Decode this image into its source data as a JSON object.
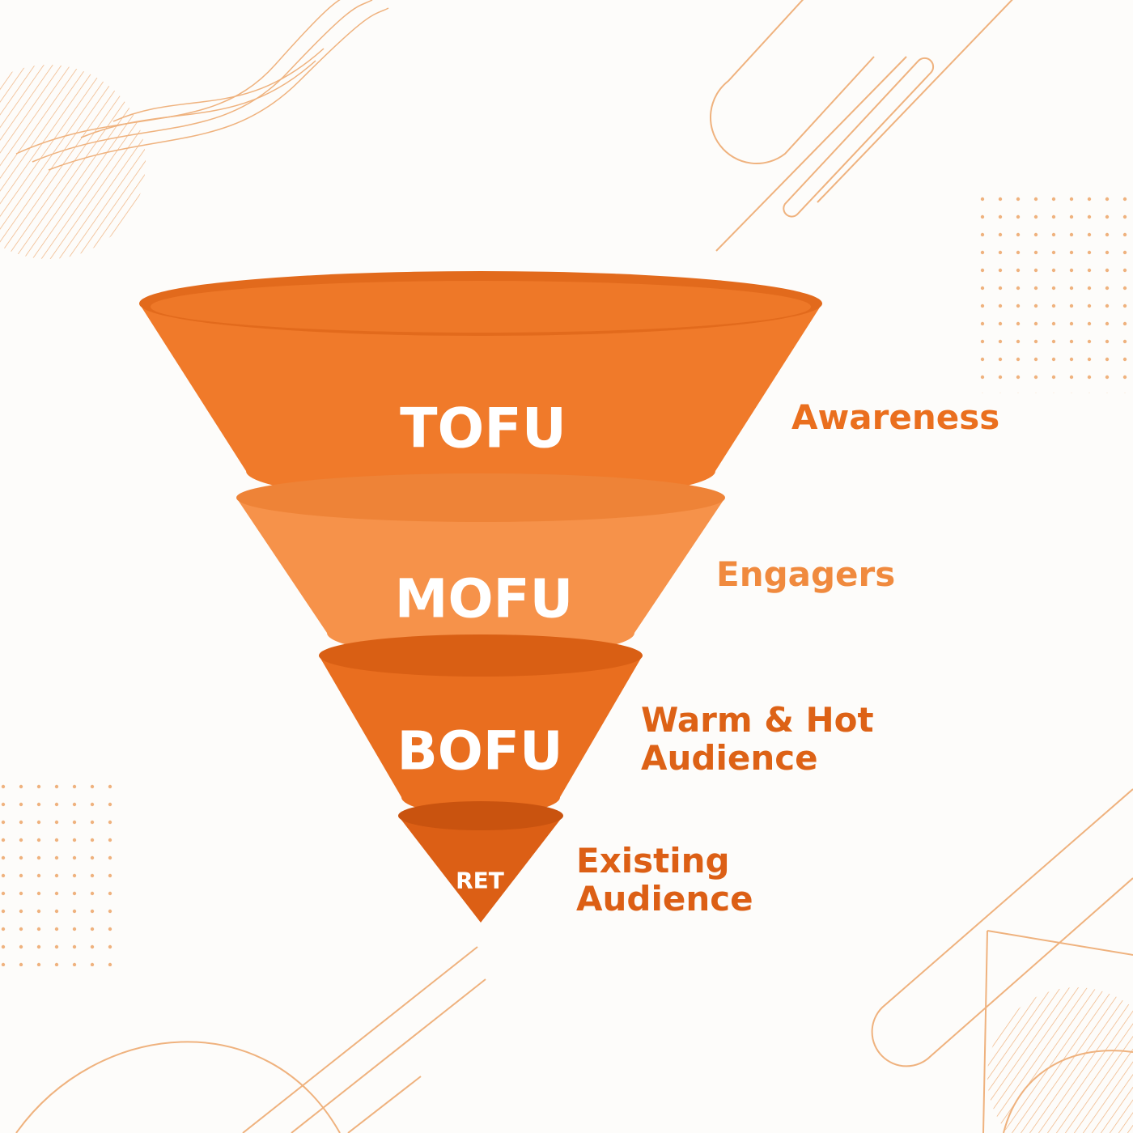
{
  "colors": {
    "background": "#fdfcfa",
    "decoration": "#efb27e",
    "text_white": "#ffffff"
  },
  "funnel": {
    "stages": [
      {
        "name": "TOFU",
        "description_lines": [
          "Awareness"
        ],
        "color": "#f07a2a",
        "shade": "#e26a1c",
        "label_color": "#ea6f1e"
      },
      {
        "name": "MOFU",
        "description_lines": [
          "Engagers"
        ],
        "color": "#f6924a",
        "shade": "#ee8337",
        "label_color": "#f08a3e"
      },
      {
        "name": "BOFU",
        "description_lines": [
          "Warm & Hot",
          "Audience"
        ],
        "color": "#e96e1f",
        "shade": "#d95f14",
        "label_color": "#dd6216"
      },
      {
        "name": "RET",
        "description_lines": [
          "Existing",
          "Audience"
        ],
        "color": "#dc5f15",
        "shade": "#c9530f",
        "label_color": "#dc5f15"
      }
    ]
  }
}
